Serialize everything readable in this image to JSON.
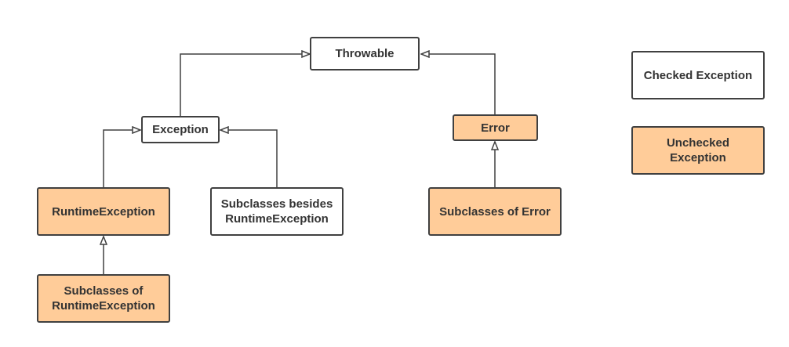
{
  "nodes": {
    "throwable": "Throwable",
    "exception": "Exception",
    "error": "Error",
    "runtime_exception": "RuntimeException",
    "subclasses_besides_runtime": "Subclasses besides\nRuntimeException",
    "subclasses_of_error": "Subclasses of Error",
    "subclasses_of_runtime": "Subclasses of\nRuntimeException"
  },
  "legend": {
    "checked": "Checked Exception",
    "unchecked": "Unchecked\nException"
  },
  "colors": {
    "checked_fill": "#ffffff",
    "unchecked_fill": "#ffcc99",
    "stroke": "#404040"
  }
}
